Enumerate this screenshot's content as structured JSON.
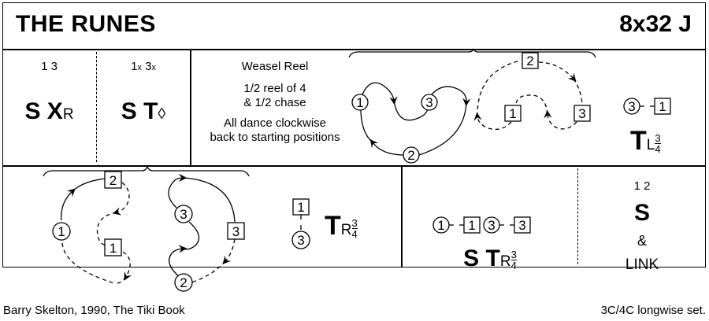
{
  "header": {
    "title": "THE RUNES",
    "formation": "8x32 J"
  },
  "bars_1_8": {
    "dancers": "1 3",
    "figure_main": "S X",
    "figure_sub": "R"
  },
  "bars_9_16_left": {
    "dancers": "1x 3x",
    "dancers_parts": [
      "1",
      "x",
      "3",
      "x"
    ],
    "figure_main": "S T",
    "figure_sub": "◊"
  },
  "weasel": {
    "line1": "Weasel Reel",
    "line2": "1/2 reel of 4",
    "line3": "& 1/2 chase",
    "line4": "All dance clockwise",
    "line5": "back to starting positions"
  },
  "top_diagram": {
    "men": [
      "1",
      "3",
      "2"
    ],
    "women": [
      "2",
      "1",
      "3"
    ]
  },
  "turn_left": {
    "man": "3",
    "woman": "1",
    "figure_main": "T",
    "figure_sub": "L",
    "frac_num": "3",
    "frac_den": "4"
  },
  "bottom_diagram": {
    "women": [
      "2",
      "1",
      "3"
    ],
    "men": [
      "1",
      "3",
      "2"
    ]
  },
  "turn_right": {
    "woman": "1",
    "man": "3",
    "figure_main": "T",
    "figure_sub": "R",
    "frac_num": "3",
    "frac_den": "4"
  },
  "set_turn": {
    "dancers": [
      "1",
      "1",
      "3",
      "3"
    ],
    "figure_main": "S T",
    "figure_sub": "R",
    "frac_num": "3",
    "frac_den": "4"
  },
  "final": {
    "dancers": "1 2",
    "figure_main": "S",
    "amp": "&",
    "link": "LINK"
  },
  "footer": {
    "left": "Barry Skelton, 1990, The Tiki Book",
    "right": "3C/4C longwise set."
  }
}
